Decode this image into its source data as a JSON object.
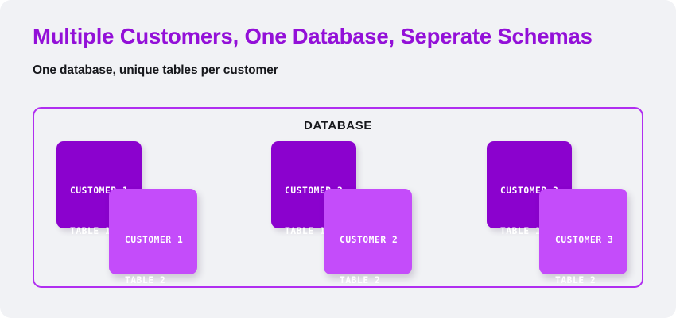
{
  "theme": {
    "page_background": "#f1f2f5",
    "title_color": "#9310d8",
    "subtitle_color": "#17181c",
    "container_border_color": "#b02ef0",
    "card_back_color": "#8b02ce",
    "card_front_color": "#c44cfa",
    "card_text_color": "#ffffff"
  },
  "header": {
    "title": "Multiple Customers, One Database, Seperate Schemas",
    "subtitle": "One database, unique tables per customer"
  },
  "database": {
    "label": "DATABASE",
    "groups": [
      {
        "customer": "CUSTOMER 1",
        "back_card": {
          "line1": "CUSTOMER 1",
          "line2": "TABLE 1"
        },
        "front_card": {
          "line1": "CUSTOMER 1",
          "line2": "TABLE 2"
        }
      },
      {
        "customer": "CUSTOMER 2",
        "back_card": {
          "line1": "CUSTOMER 2",
          "line2": "TABLE 1"
        },
        "front_card": {
          "line1": "CUSTOMER 2",
          "line2": "TABLE 2"
        }
      },
      {
        "customer": "CUSTOMER 3",
        "back_card": {
          "line1": "CUSTOMER 3",
          "line2": "TABLE 1"
        },
        "front_card": {
          "line1": "CUSTOMER 3",
          "line2": "TABLE 2"
        }
      }
    ]
  }
}
